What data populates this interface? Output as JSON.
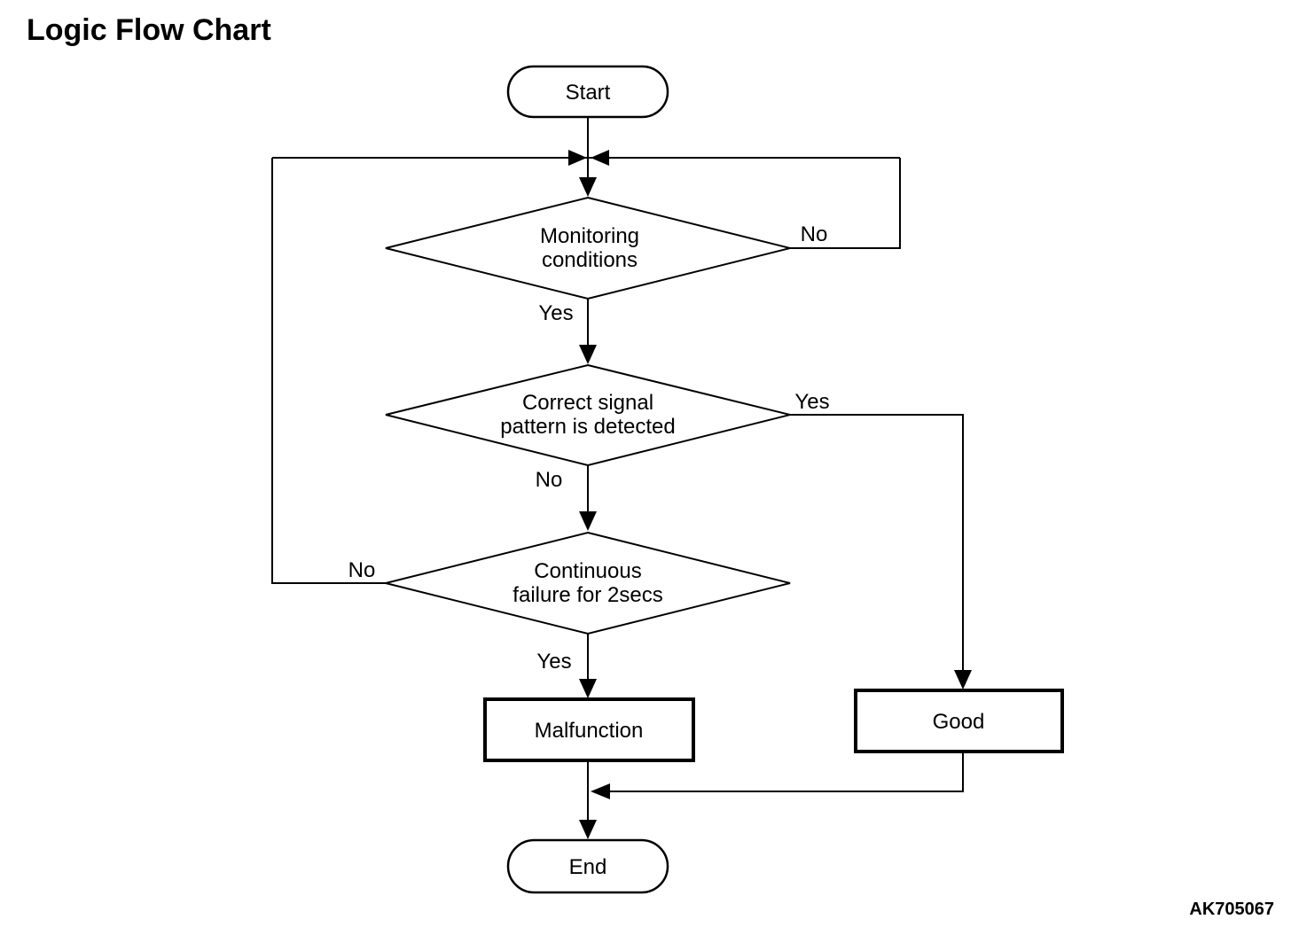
{
  "title": "Logic Flow Chart",
  "figure_code": "AK705067",
  "colors": {
    "ink": "#000000",
    "background": "#ffffff"
  },
  "nodes": {
    "start": {
      "label": "Start"
    },
    "monitoring": {
      "line1": "Monitoring",
      "line2": "conditions"
    },
    "signal": {
      "line1": "Correct signal",
      "line2": "pattern is detected"
    },
    "continuous": {
      "line1": "Continuous",
      "line2": "failure for 2secs"
    },
    "malfunction": {
      "label": "Malfunction"
    },
    "good": {
      "label": "Good"
    },
    "end": {
      "label": "End"
    }
  },
  "edge_labels": {
    "monitoring_yes": "Yes",
    "monitoring_no": "No",
    "signal_yes": "Yes",
    "signal_no": "No",
    "continuous_yes": "Yes",
    "continuous_no": "No"
  }
}
